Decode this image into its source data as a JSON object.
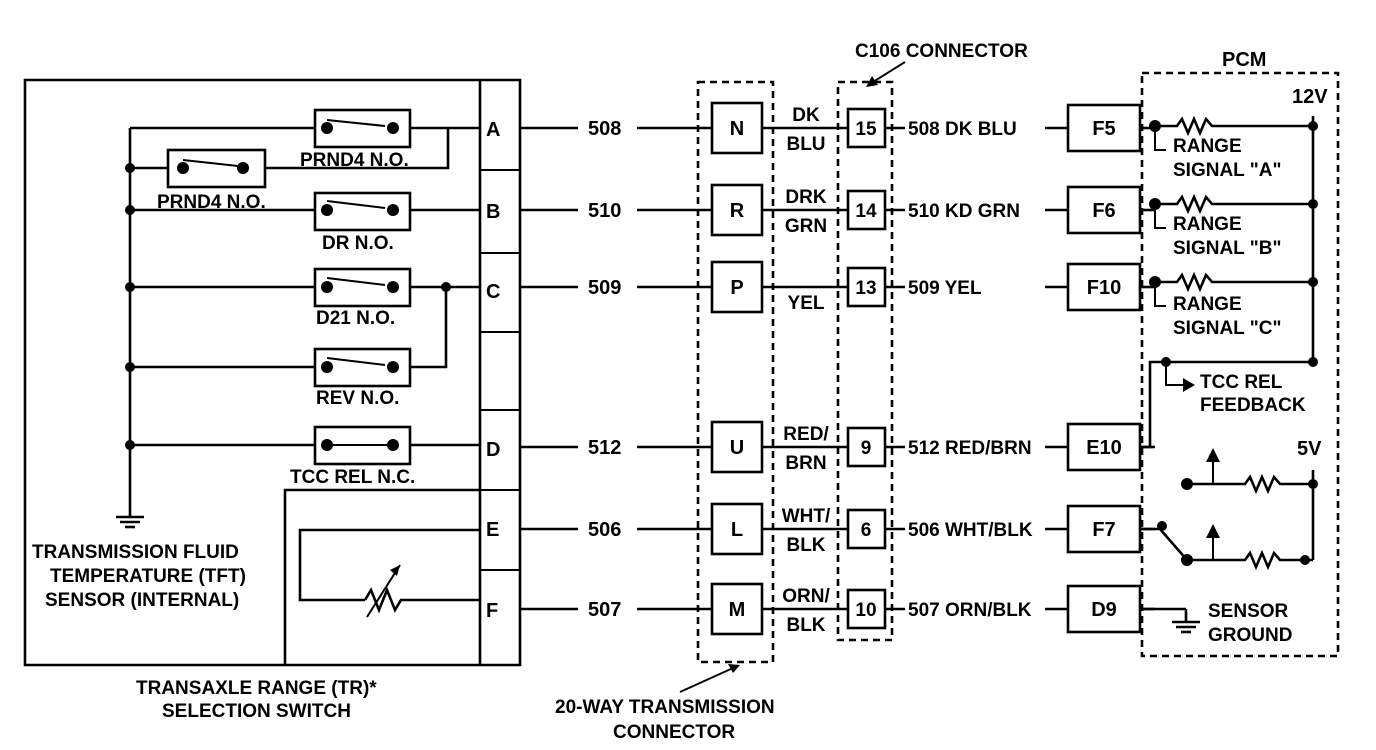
{
  "title": {
    "c106": "C106 CONNECTOR",
    "pcm": "PCM",
    "tr_switch_line1": "TRANSAXLE RANGE (TR)*",
    "tr_switch_line2": "SELECTION SWITCH",
    "conn20_line1": "20-WAY TRANSMISSION",
    "conn20_line2": "CONNECTOR"
  },
  "switch_labels": {
    "prnd4_upper": "PRND4 N.O.",
    "prnd4_lower": "PRND4 N.O.",
    "dr": "DR N.O.",
    "d21": "D21 N.O.",
    "rev": "REV N.O.",
    "tcc": "TCC REL N.C."
  },
  "tft": {
    "line1": "TRANSMISSION FLUID",
    "line2": "TEMPERATURE (TFT)",
    "line3": "SENSOR (INTERNAL)"
  },
  "tr_pins": [
    "A",
    "B",
    "C",
    "D",
    "E",
    "F"
  ],
  "circuits": [
    {
      "pin": "A",
      "num": "508",
      "tw": "N",
      "color1": "DK",
      "color2": "BLU",
      "c106": "15",
      "pcm_wire": "508 DK BLU",
      "pcm_pin": "F5"
    },
    {
      "pin": "B",
      "num": "510",
      "tw": "R",
      "color1": "DRK",
      "color2": "GRN",
      "c106": "14",
      "pcm_wire": "510 KD GRN",
      "pcm_pin": "F6"
    },
    {
      "pin": "C",
      "num": "509",
      "tw": "P",
      "color1": "",
      "color2": "YEL",
      "c106": "13",
      "pcm_wire": "509 YEL",
      "pcm_pin": "F10"
    },
    {
      "pin": "D",
      "num": "512",
      "tw": "U",
      "color1": "RED/",
      "color2": "BRN",
      "c106": "9",
      "pcm_wire": "512 RED/BRN",
      "pcm_pin": "E10"
    },
    {
      "pin": "E",
      "num": "506",
      "tw": "L",
      "color1": "WHT/",
      "color2": "BLK",
      "c106": "6",
      "pcm_wire": "506 WHT/BLK",
      "pcm_pin": "F7"
    },
    {
      "pin": "F",
      "num": "507",
      "tw": "M",
      "color1": "ORN/",
      "color2": "BLK",
      "c106": "10",
      "pcm_wire": "507 ORN/BLK",
      "pcm_pin": "D9"
    }
  ],
  "pcm": {
    "v12": "12V",
    "v5": "5V",
    "range_a_1": "RANGE",
    "range_a_2": "SIGNAL \"A\"",
    "range_b_1": "RANGE",
    "range_b_2": "SIGNAL \"B\"",
    "range_c_1": "RANGE",
    "range_c_2": "SIGNAL \"C\"",
    "tcc_1": "TCC REL",
    "tcc_2": "FEEDBACK",
    "sg_1": "SENSOR",
    "sg_2": "GROUND"
  }
}
